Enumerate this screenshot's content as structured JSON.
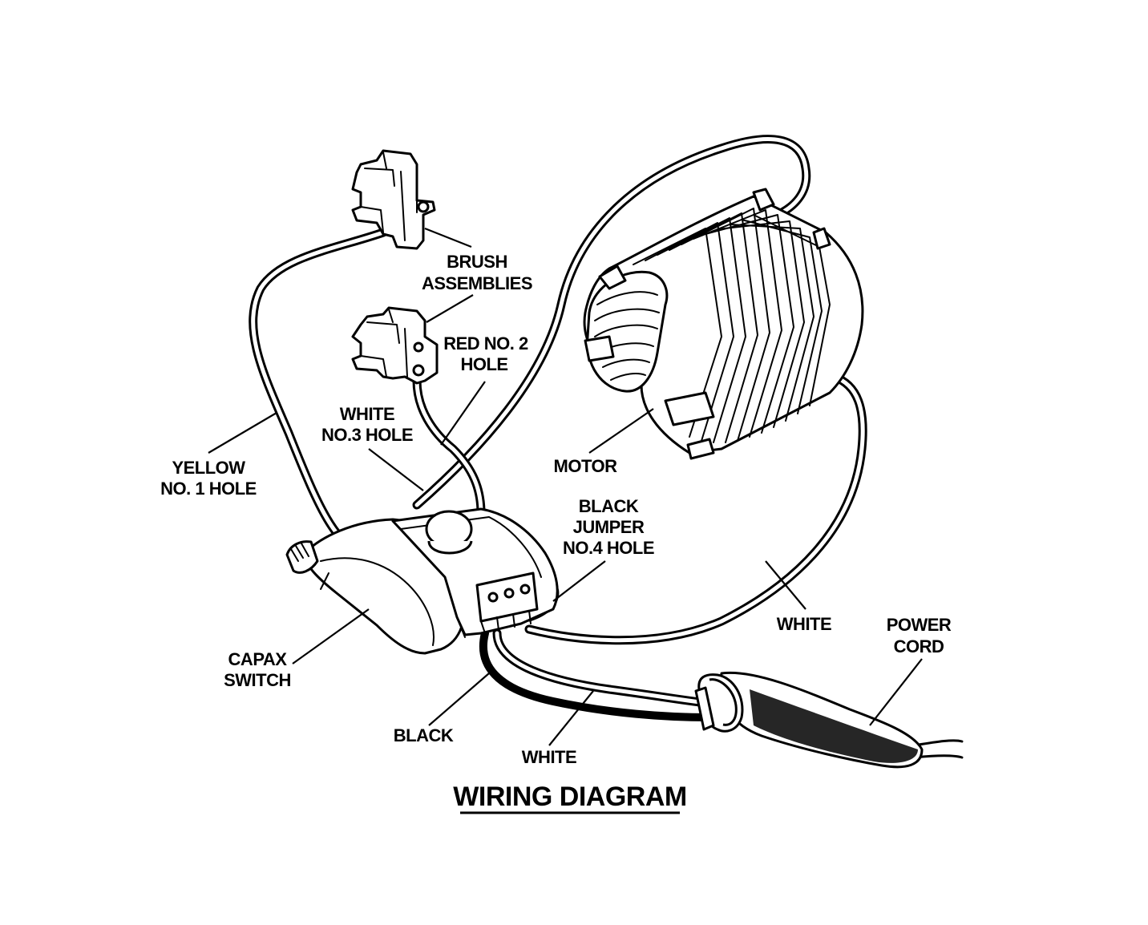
{
  "labels": {
    "brush": [
      "BRUSH",
      "ASSEMBLIES"
    ],
    "red_hole": [
      "RED NO. 2",
      "HOLE"
    ],
    "white_no3": [
      "WHITE",
      "NO.3 HOLE"
    ],
    "yellow": [
      "YELLOW",
      "NO. 1 HOLE"
    ],
    "motor": [
      "MOTOR"
    ],
    "black_jumper": [
      "BLACK",
      "JUMPER",
      "NO.4 HOLE"
    ],
    "white_right": [
      "WHITE"
    ],
    "power_cord": [
      "POWER",
      "CORD"
    ],
    "capax": [
      "CAPAX",
      "SWITCH"
    ],
    "black_bottom": [
      "BLACK"
    ],
    "white_bottom": [
      "WHITE"
    ]
  },
  "title": "WIRING DIAGRAM"
}
